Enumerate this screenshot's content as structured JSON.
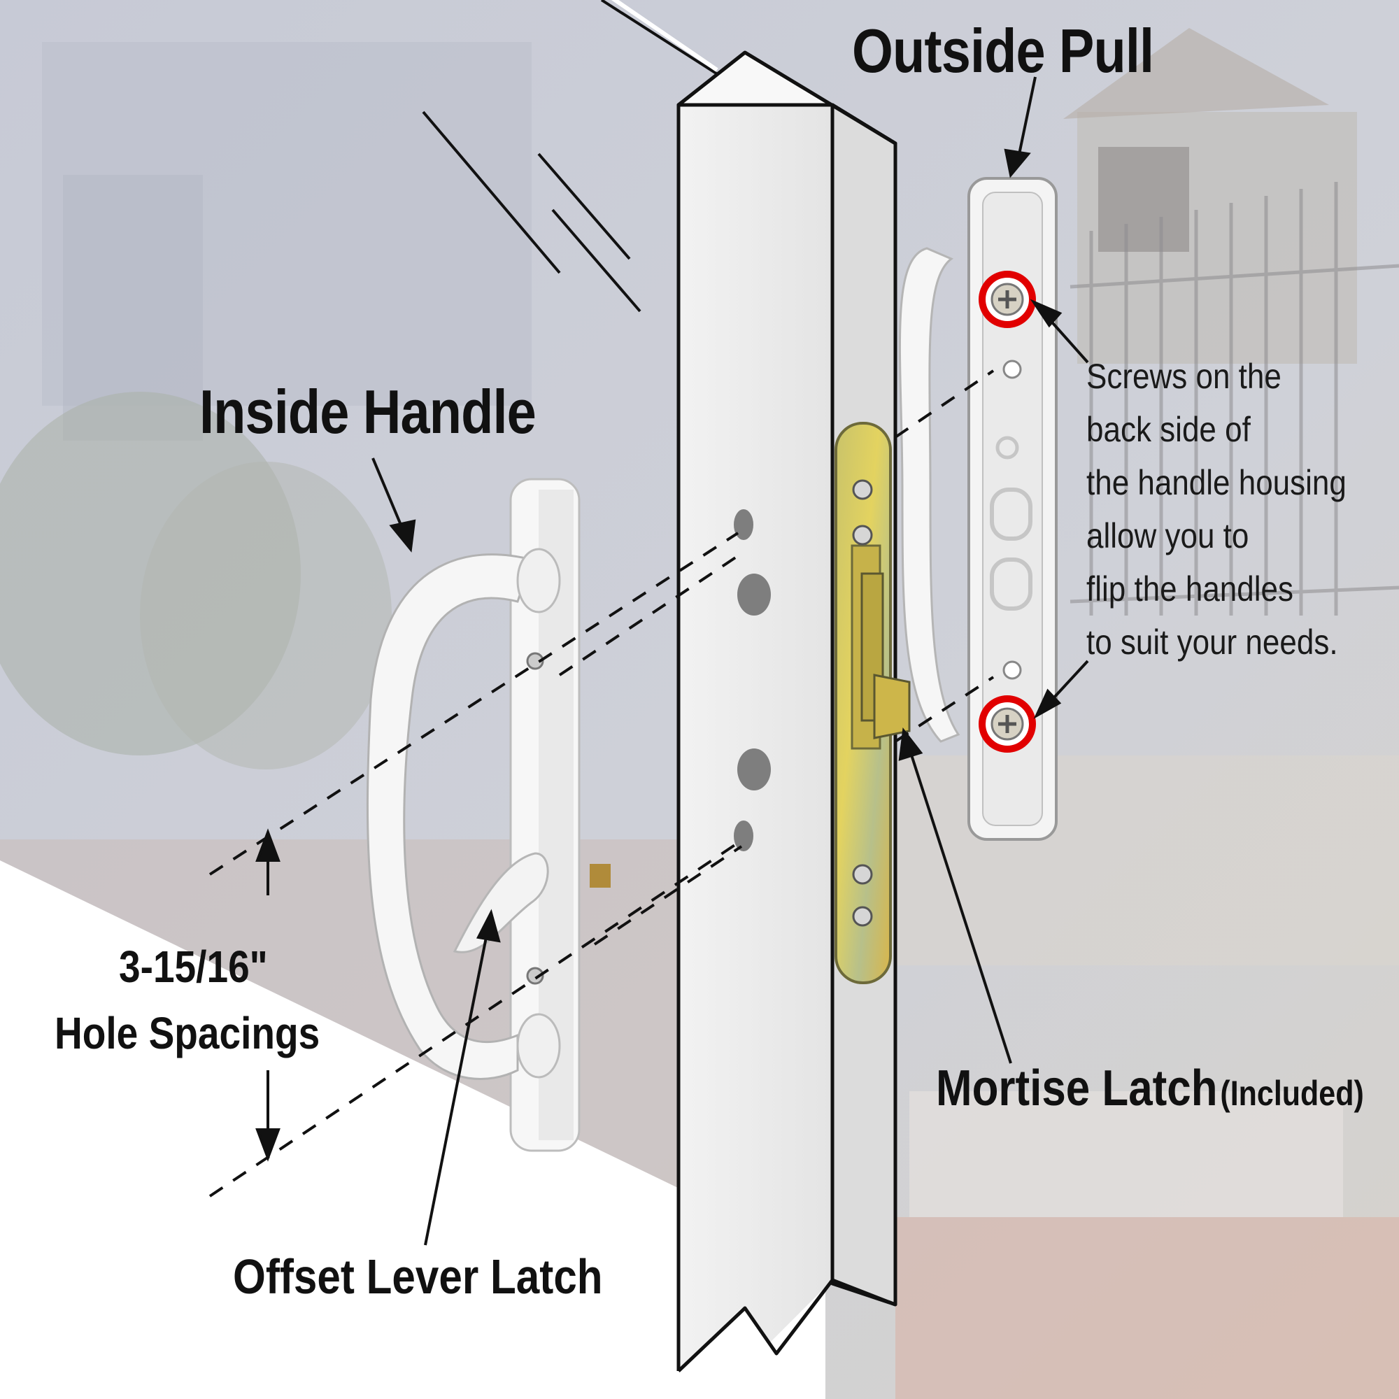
{
  "labels": {
    "outside_pull": "Outside Pull",
    "inside_handle": "Inside Handle",
    "screws_note": [
      "Screws on the",
      "back side of",
      "the handle housing",
      "allow you to",
      "flip the handles",
      "to suit your needs."
    ],
    "hole_spacing_value": "3-15/16\"",
    "hole_spacing_label": "Hole Spacings",
    "mortise_latch": "Mortise Latch",
    "mortise_latch_note": "(Included)",
    "offset_lever_latch": "Offset Lever Latch"
  },
  "colors": {
    "background_scene": "#c9ccd6",
    "door_frame": "#ececec",
    "handle": "#f7f7f7",
    "latch_plate": "#d9c64a",
    "screw_highlight": "#e10000",
    "text": "#111111"
  },
  "icons": [
    "screw-icon",
    "screw-icon",
    "arrow-icon"
  ]
}
